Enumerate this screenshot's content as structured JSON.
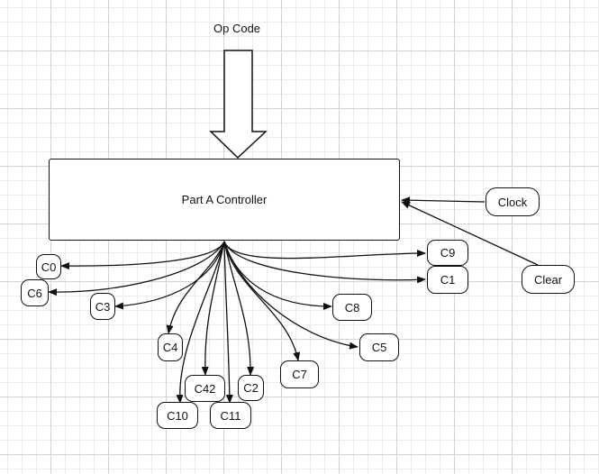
{
  "opcode_label": "Op Code",
  "controller_label": "Part A Controller",
  "inputs": {
    "clock": "Clock",
    "clear": "Clear"
  },
  "outputs": [
    "C0",
    "C6",
    "C3",
    "C4",
    "C10",
    "C42",
    "C11",
    "C2",
    "C7",
    "C5",
    "C8",
    "C1",
    "C9"
  ],
  "colors": {
    "line": "#111111",
    "fill": "#ffffff",
    "grid": "#d4d4d4"
  }
}
